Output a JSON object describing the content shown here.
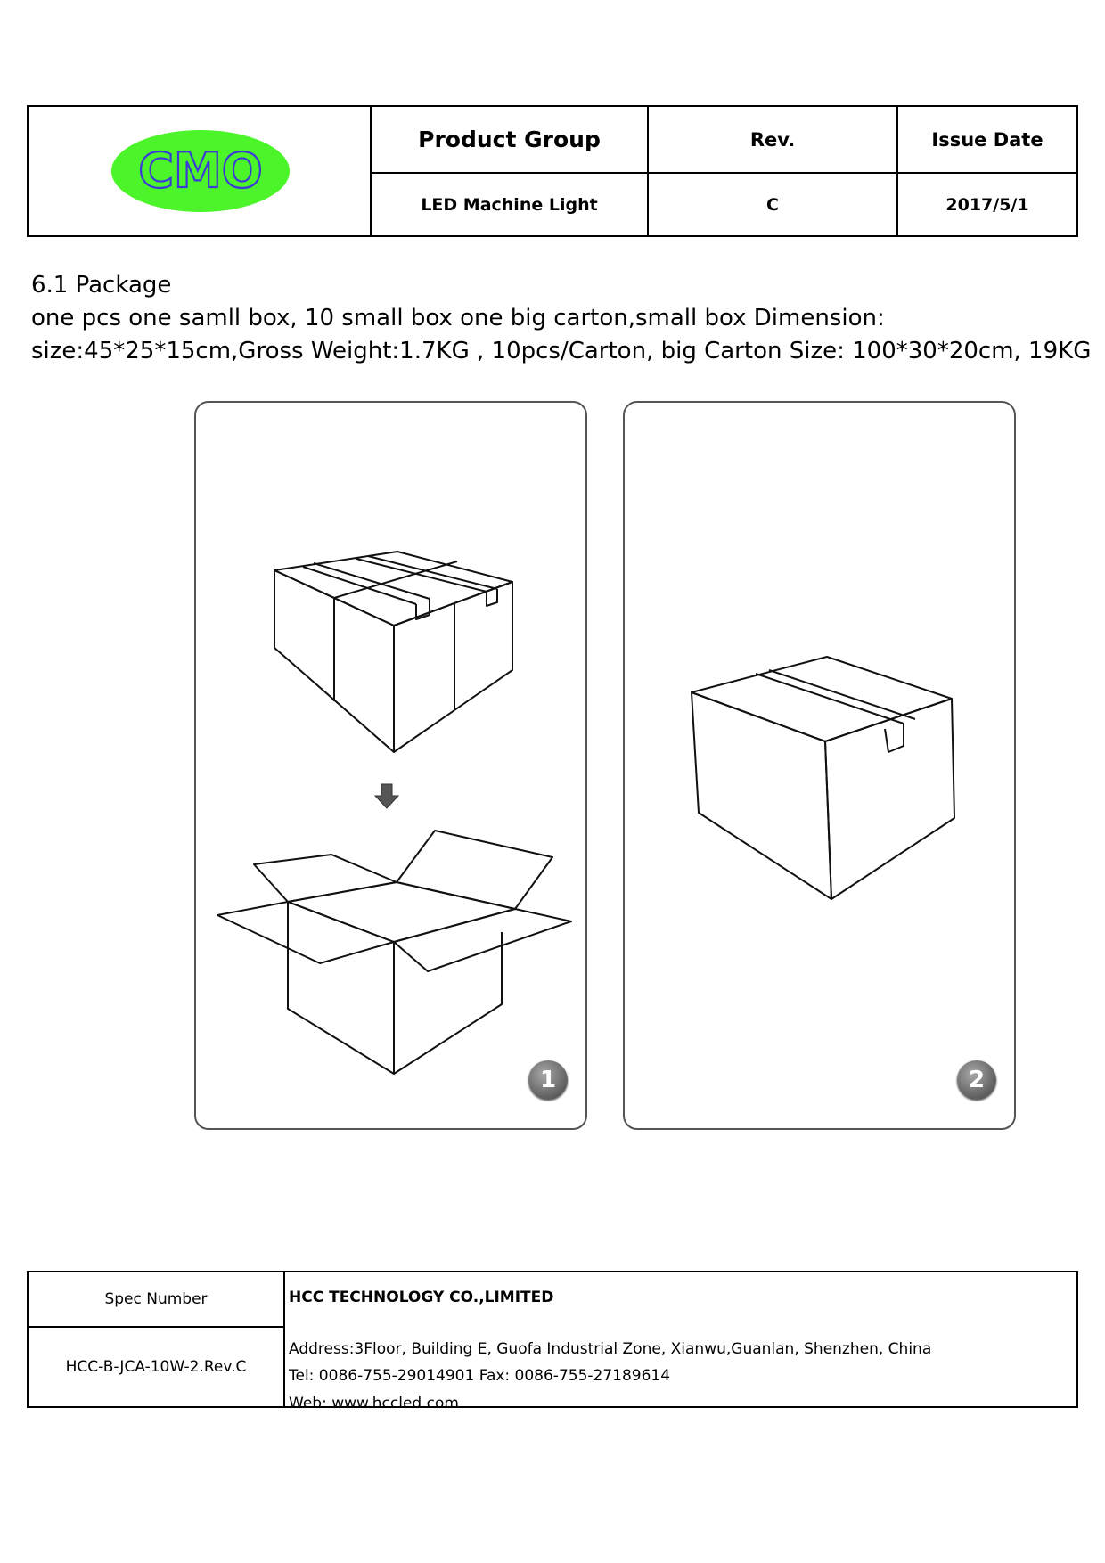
{
  "header": {
    "logo_text": "CMO",
    "product_group_label": "Product Group",
    "product_group_value": "LED Machine Light",
    "rev_label": "Rev.",
    "rev_value": "C",
    "issue_date_label": "Issue Date",
    "issue_date_value": "2017/5/1",
    "colors": {
      "logo_fill": "#4cf52a",
      "logo_text": "#3b3bd6"
    }
  },
  "section": {
    "title": "6.1 Package",
    "line1": "one pcs one samll box, 10 small box one big carton,small box Dimension:",
    "line2": "size:45*25*15cm,Gross Weight:1.7KG , 10pcs/Carton,  big Carton Size: 100*30*20cm, 19KG"
  },
  "panels": [
    {
      "badge": "1",
      "icons": [
        "sealed-box-icon",
        "down-arrow-icon",
        "open-box-icon"
      ]
    },
    {
      "badge": "2",
      "icons": [
        "sealed-carton-icon"
      ]
    }
  ],
  "footer": {
    "spec_label": "Spec Number",
    "spec_value": "HCC-B-JCA-10W-2.Rev.C",
    "company": "HCC TECHNOLOGY CO.,LIMITED",
    "address": "Address:3Floor, Building E, Guofa Industrial Zone, Xianwu,Guanlan, Shenzhen, China",
    "tel_fax": "Tel: 0086-755-29014901   Fax: 0086-755-27189614",
    "web": "Web: www.hccled.com"
  }
}
